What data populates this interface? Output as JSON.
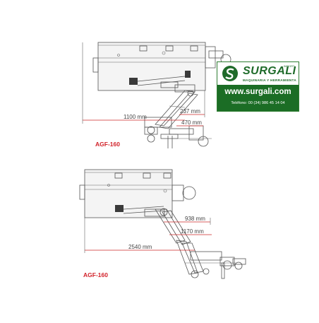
{
  "diagrams": [
    {
      "model_label": "AGF-160",
      "dimensions": [
        "237 mm",
        "1100 mm",
        "470 mm"
      ]
    },
    {
      "model_label": "AGF-160",
      "dimensions": [
        "938 mm",
        "1170 mm",
        "2540 mm"
      ]
    }
  ],
  "advertisement": {
    "brand": "SURGALI",
    "brand_superscript": "IMPORT",
    "tagline": "MAQUINARIA Y HERRAMIENTA",
    "website": "www.surgali.com",
    "phone": "Teléfono: 00 (34) 986 45 14 04"
  },
  "colors": {
    "brand_green": "#1b6d25",
    "dimension_red": "#cc2a2a",
    "model_label_red": "#d2222a"
  }
}
